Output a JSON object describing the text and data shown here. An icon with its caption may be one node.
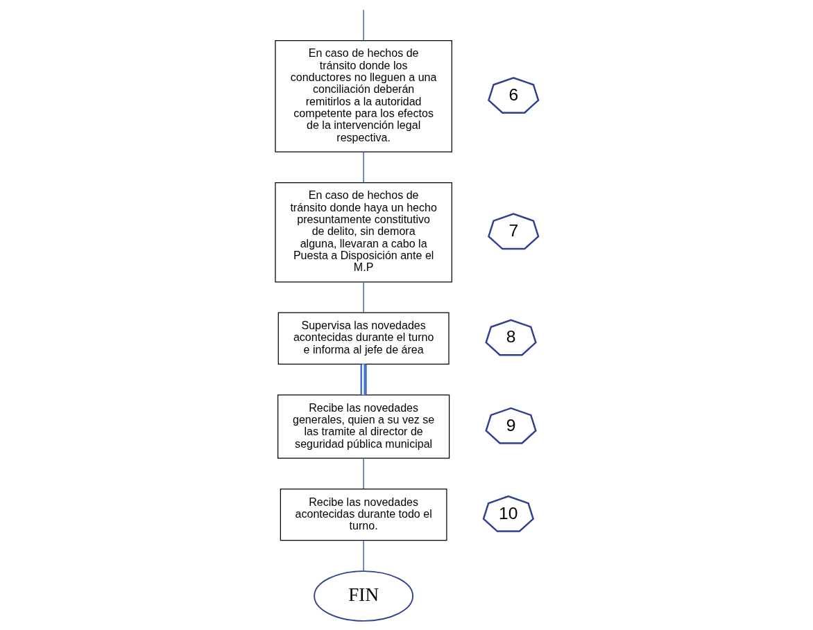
{
  "diagram": {
    "nodes": [
      {
        "text": [
          "En caso de hechos de tránsito donde los conductores no lleguen a una conciliación deberán remitirlos a la autoridad competente para los efectos de la intervención legal respectiva."
        ]
      },
      {
        "text": [
          "6"
        ]
      },
      {
        "text": [
          "En caso de hechos de tránsito donde haya un hecho presuntamente constitutivo de delito, sin demora alguna, llevaran a cabo la Puesta a Disposición ante el M.P"
        ]
      },
      {
        "text": [
          "7"
        ]
      },
      {
        "text": [
          "Supervisa las novedades acontecidas durante el turno e informa al jefe de área"
        ]
      },
      {
        "text": [
          "8"
        ]
      },
      {
        "text": [
          "Recibe las novedades generales, quien a su vez se las tramite al director de seguridad pública municipal"
        ]
      },
      {
        "text": [
          "9"
        ]
      },
      {
        "text": [
          "10"
        ]
      },
      {
        "text": [
          "Recibe las novedades acontecidas durante todo el turno."
        ]
      },
      {
        "text": [
          "FIN"
        ]
      }
    ],
    "edges": [
      {
        "from": null,
        "to": 0,
        "arrow": "none"
      },
      {
        "from": 0,
        "to": 2,
        "arrow": "none"
      },
      {
        "from": 2,
        "to": 4,
        "arrow": "none"
      },
      {
        "from": 4,
        "to": 6,
        "arrow": "none",
        "style": "thick"
      },
      {
        "from": 6,
        "to": 9,
        "arrow": "none"
      },
      {
        "from": 9,
        "to": 10,
        "arrow": "none"
      }
    ]
  }
}
